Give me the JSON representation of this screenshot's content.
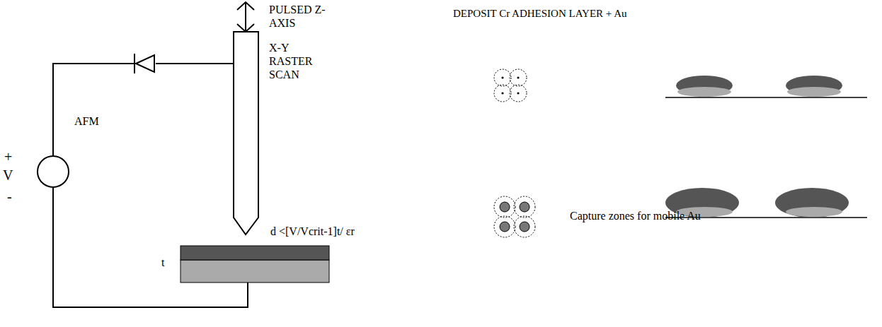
{
  "diagram": {
    "title": "DEPOSIT Cr ADHESION LAYER + Au",
    "labels": [
      "PULSED Z-AXIS",
      "X-Y RASTER SCAN",
      "AFM",
      "+",
      "V",
      "-",
      "d <[V/Vcrit-1]t/ εr",
      "t",
      "Capture zones for mobile Au"
    ]
  }
}
